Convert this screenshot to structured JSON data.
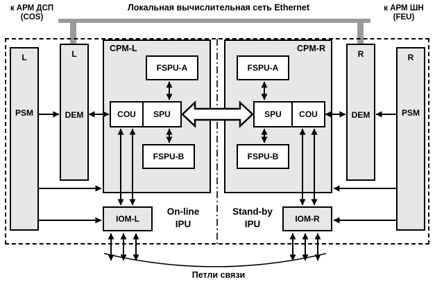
{
  "header": {
    "ethernet_title": "Локальная вычислительная сеть Ethernet",
    "left_terminal": {
      "line1": "к АРМ ДСП",
      "line2": "(COS)"
    },
    "right_terminal": {
      "line1": "к АРМ ШН",
      "line2": "(FEU)"
    }
  },
  "online_ipu": {
    "psm": {
      "channel": "L",
      "label": "PSM"
    },
    "dem": {
      "channel": "L",
      "label": "DEM"
    },
    "cpm": {
      "title": "CPM-L",
      "fspu_a": "FSPU-A",
      "cou": "COU",
      "spu": "SPU",
      "fspu_b": "FSPU-B"
    },
    "iom": {
      "label": "IOM-L"
    },
    "caption": {
      "line1": "On-line",
      "line2": "IPU"
    }
  },
  "standby_ipu": {
    "psm": {
      "channel": "R",
      "label": "PSM"
    },
    "dem": {
      "channel": "R",
      "label": "DEM"
    },
    "cpm": {
      "title": "CPM-R",
      "fspu_a": "FSPU-A",
      "cou": "COU",
      "spu": "SPU",
      "fspu_b": "FSPU-B"
    },
    "iom": {
      "label": "IOM-R"
    },
    "caption": {
      "line1": "Stand-by",
      "line2": "IPU"
    }
  },
  "footer": {
    "loops_label": "Петли связи"
  },
  "colors": {
    "ethernet_bus": "#9a9a9a",
    "box_fill": "#e7e7e7",
    "inner_box_fill": "#ffffff",
    "line_color": "#000000"
  }
}
